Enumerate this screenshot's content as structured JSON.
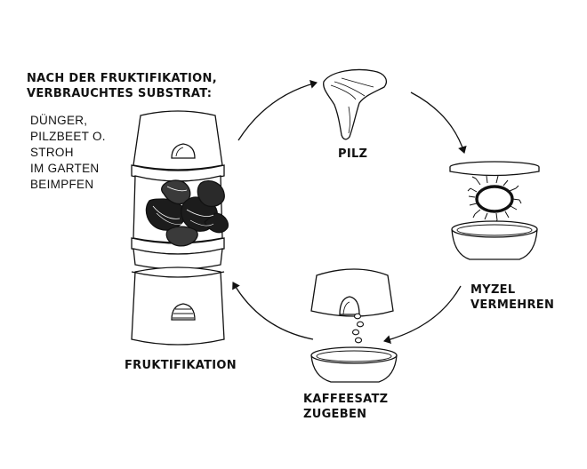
{
  "heading": {
    "line1": "NACH DER FRUKTIFIKATION,",
    "line2": "VERBRAUCHTES SUBSTRAT:"
  },
  "note": {
    "lines": [
      "DÜNGER,",
      "PILZBEET O.",
      "STROH",
      "IM GARTEN",
      "BEIMPFEN"
    ]
  },
  "steps": {
    "pilz": "PILZ",
    "myzel": {
      "line1": "MYZEL",
      "line2": "VERMEHREN"
    },
    "kaffee": {
      "line1": "KAFFEESATZ",
      "line2": "ZUGEBEN"
    },
    "frukt": "FRUKTIFIKATION"
  },
  "colors": {
    "ink": "#111111",
    "background": "#ffffff",
    "mushroom_dark": "#1c1c1c",
    "mushroom_mid": "#3a3a3a"
  },
  "icons": [
    "mushroom-icon",
    "mycelium-dish-icon",
    "coffee-grounds-icon",
    "grow-tower-icon",
    "cycle-arrow-icon"
  ]
}
